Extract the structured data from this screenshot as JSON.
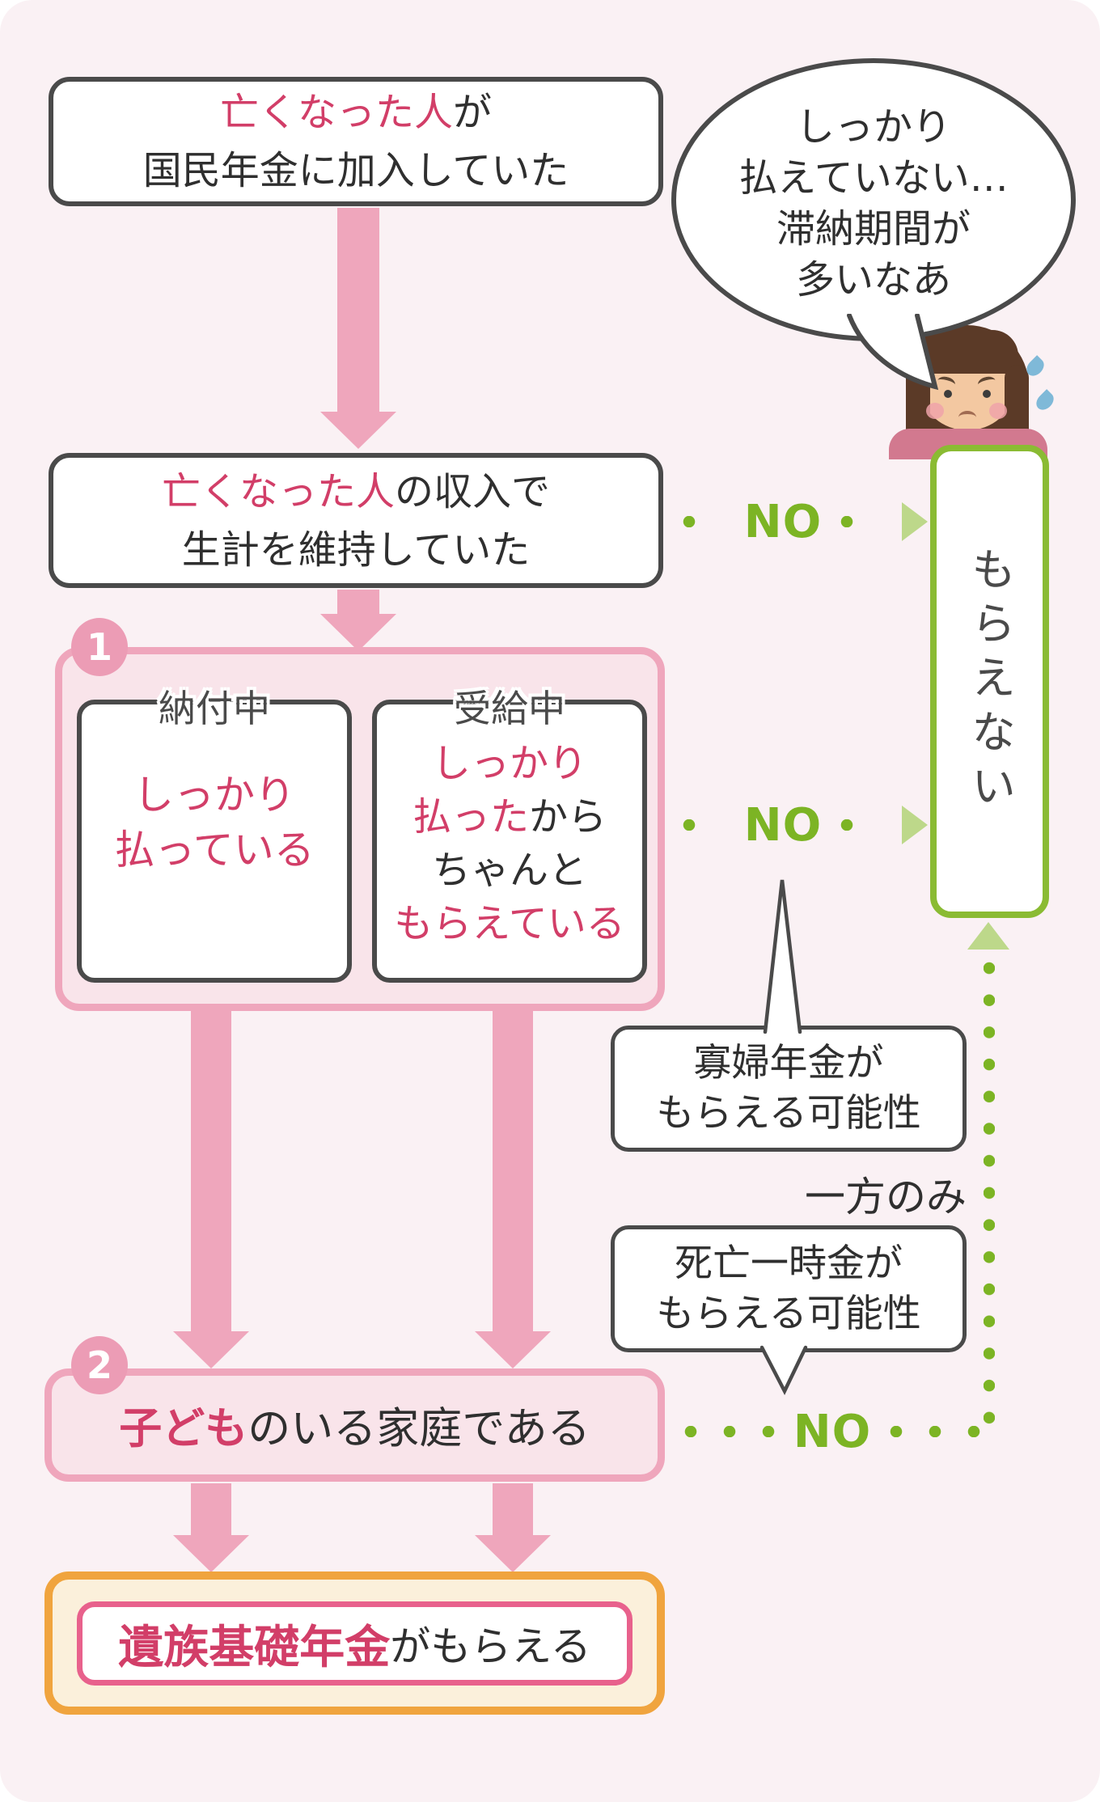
{
  "flow": {
    "deceased_box": {
      "highlight": "亡くなった人",
      "rest1": "が",
      "line2": "国民年金に加入していた"
    },
    "income_box": {
      "highlight": "亡くなった人",
      "rest1": "の収入で",
      "line2": "生計を維持していた"
    },
    "step1": {
      "badge": "1",
      "left": {
        "header": "納付中",
        "line1": "しっかり",
        "line2": "払っている"
      },
      "right": {
        "header": "受給中",
        "line1": "しっかり",
        "line2_pink": "払った",
        "line2_black": "から",
        "line3": "ちゃんと",
        "line4": "もらえている"
      }
    },
    "step2": {
      "badge": "2",
      "highlight": "子ども",
      "rest": "のいる家庭である"
    },
    "result_box": {
      "highlight": "遺族基礎年金",
      "rest": "がもらえる"
    },
    "cannot_box": {
      "text": "もらえない"
    },
    "no_labels": {
      "no1": "NO",
      "no2": "NO",
      "no3": "NO"
    },
    "callouts": {
      "widow": {
        "line1": "寡婦年金が",
        "line2": "もらえる可能性"
      },
      "only_one": "一方のみ",
      "lump_sum": {
        "line1": "死亡一時金が",
        "line2": "もらえる可能性"
      }
    },
    "bubble": {
      "line1": "しっかり",
      "line2": "払えていない…",
      "line3": "滞納期間が",
      "line4": "多いなあ"
    }
  },
  "colors": {
    "background": "#FAF1F4",
    "ink": "#4A4A4A",
    "pink_text": "#D23E68",
    "pink_arrow": "#EFA6BC",
    "pink_fill": "#F9E4EA",
    "badge_pink": "#EC9CB5",
    "green": "#7CB424",
    "green_border": "#8ABB33",
    "green_light_arrow": "#BDD88A",
    "orange_border": "#F0A43E",
    "cream_fill": "#FBF0DB",
    "rose_inner_border": "#E8618C",
    "hair_brown": "#5B3A27",
    "skin": "#F3C8A1",
    "shirt_pink": "#D2798F",
    "sweat_blue": "#7FB9D8"
  }
}
